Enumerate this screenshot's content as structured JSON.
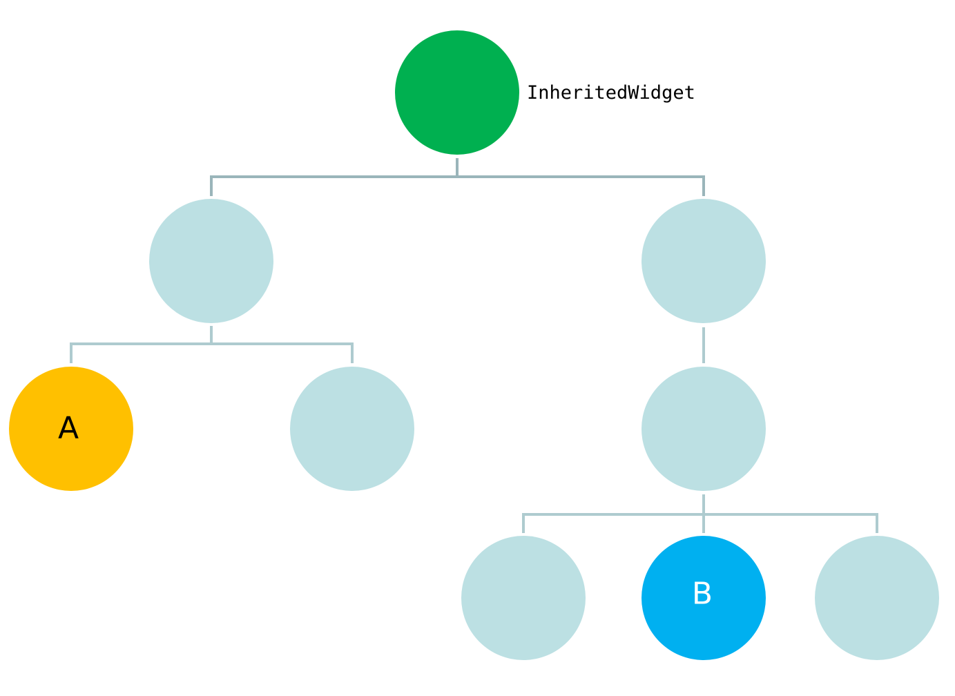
{
  "colors": {
    "background": "#ffffff",
    "connector": "#9ab5ba",
    "connector_light": "#aecbcf",
    "node_default": "#bce0e3",
    "root": "#00b050",
    "node_a": "#ffc000",
    "node_b": "#00b0f0",
    "label_dark": "#000000",
    "label_light": "#ffffff"
  },
  "root": {
    "label": "InheritedWidget"
  },
  "nodes": {
    "a": {
      "letter": "A"
    },
    "b": {
      "letter": "B"
    }
  }
}
